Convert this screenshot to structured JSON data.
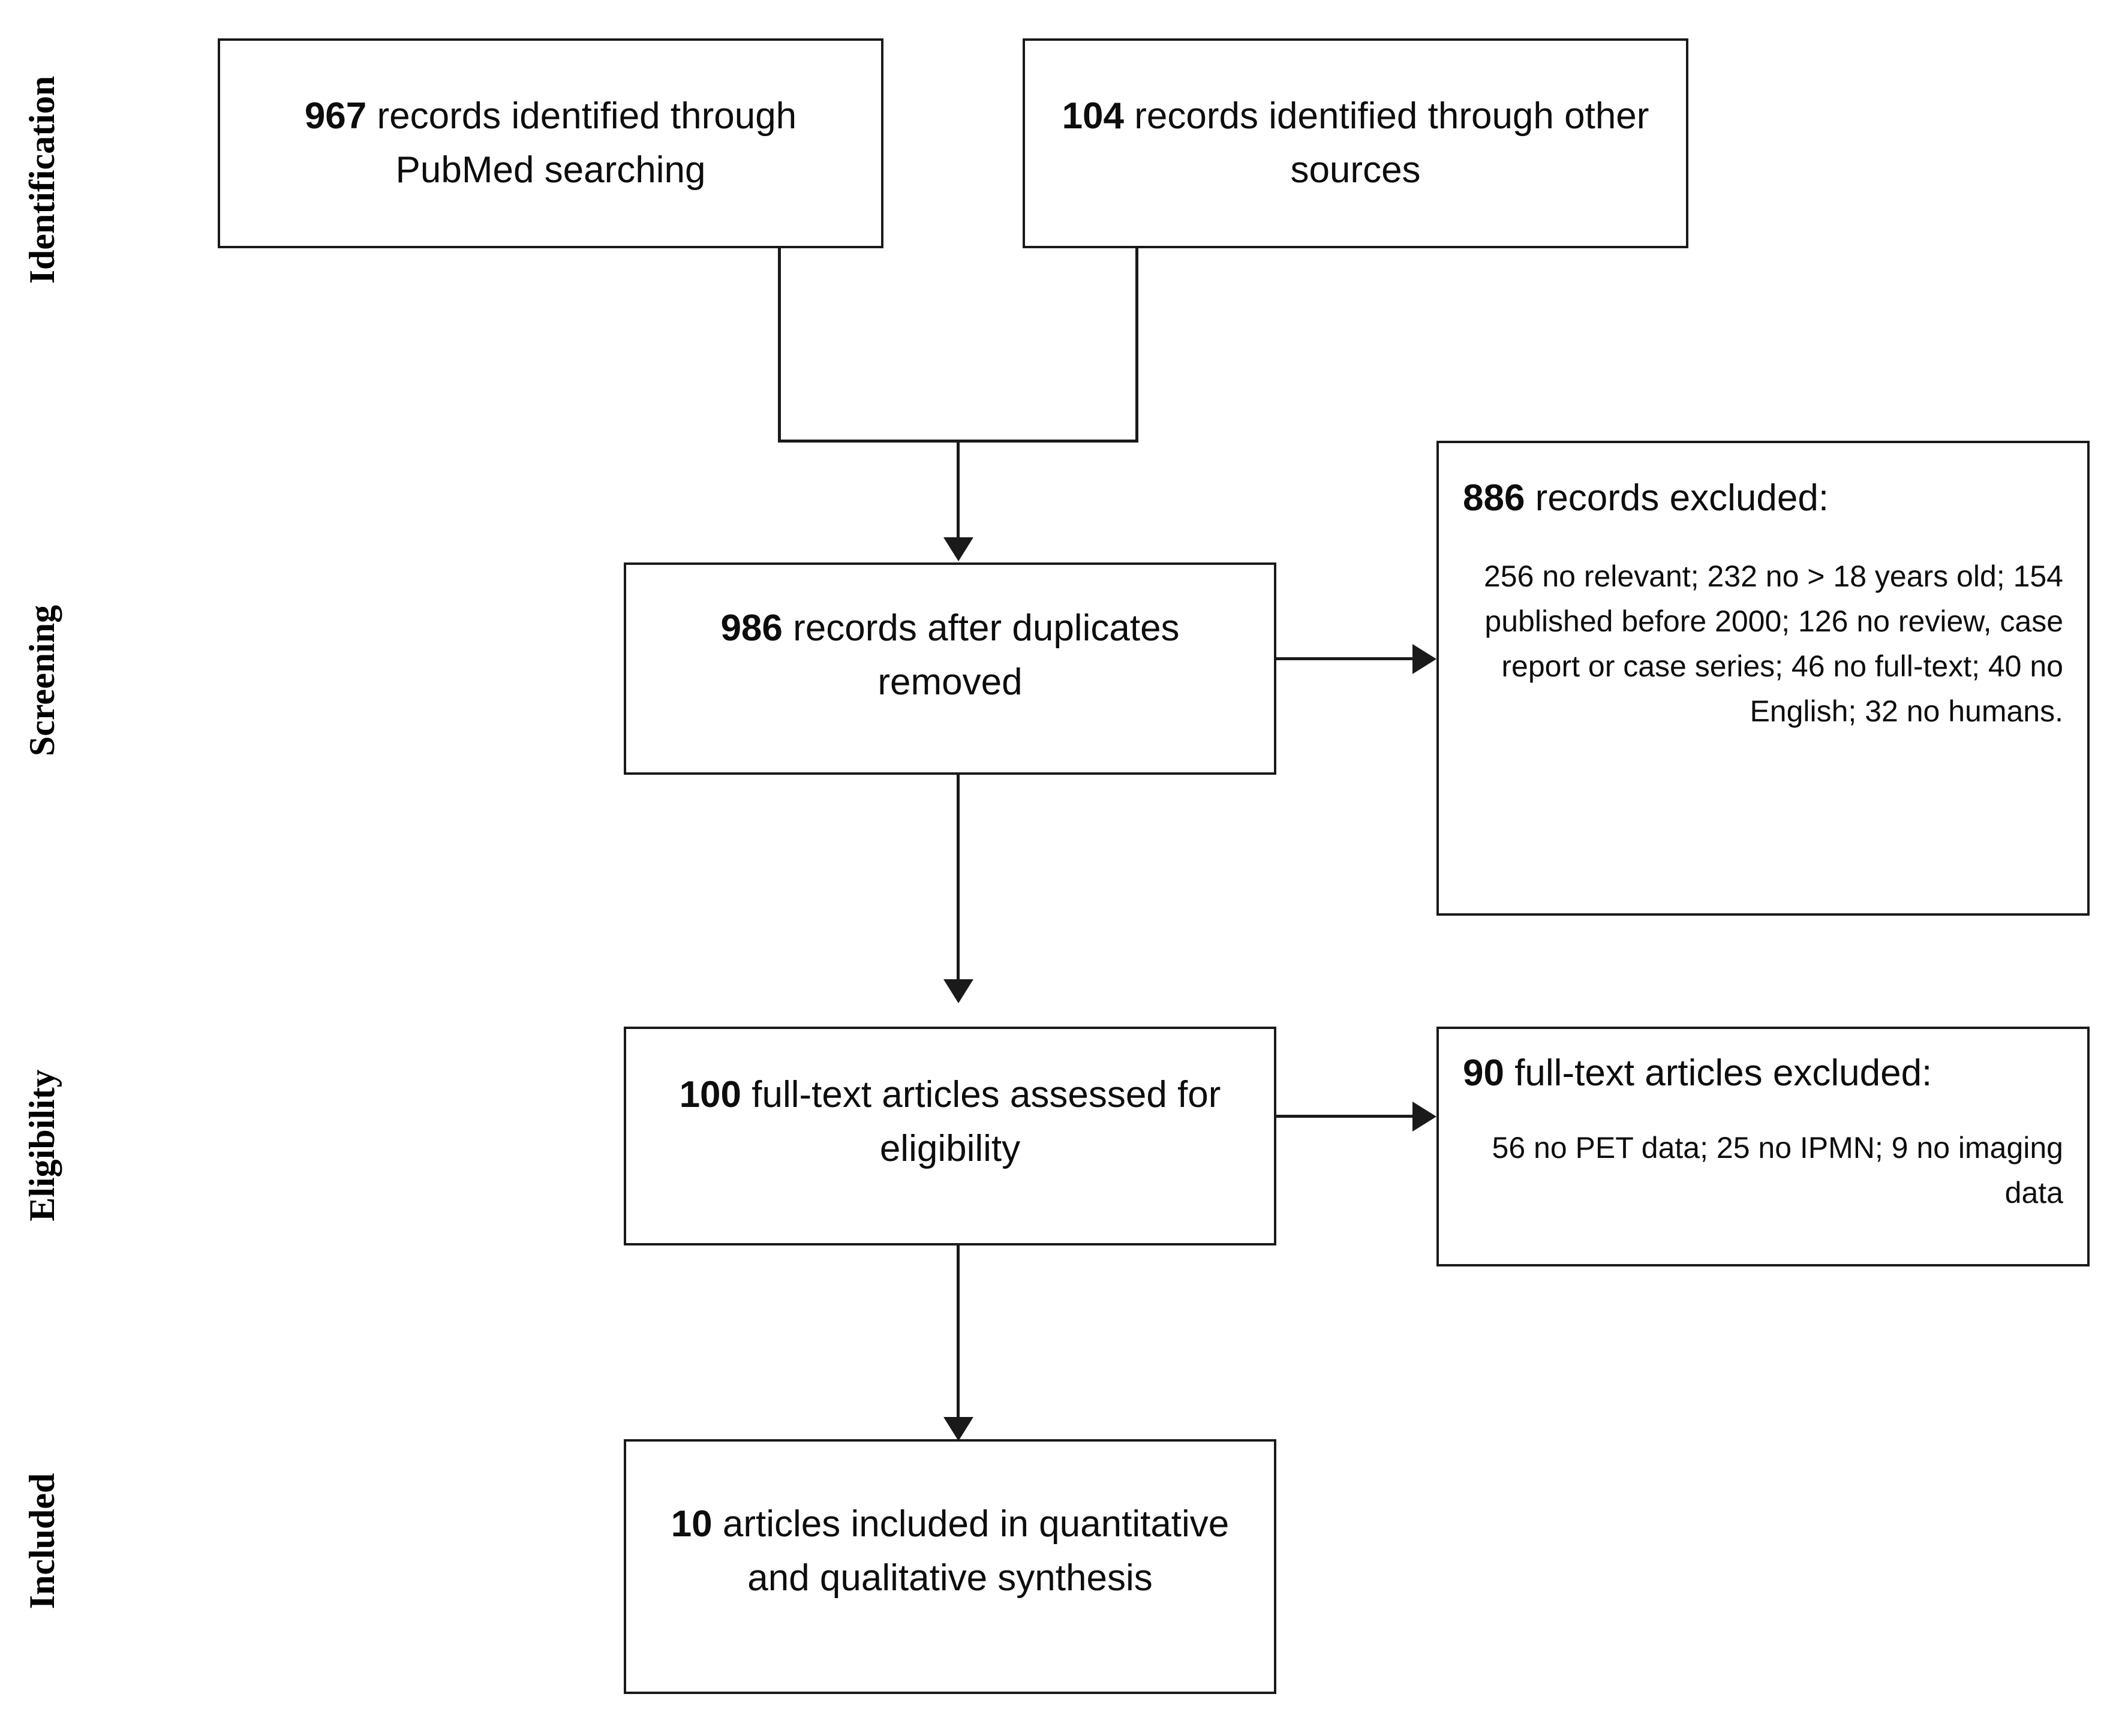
{
  "diagram": {
    "title": "PRISMA study selection flow diagram",
    "type": "prisma-flow",
    "line_color": "#1a1a1a",
    "box_fill": "#ffffff",
    "text_color": "#0d0d0d"
  },
  "stages": [
    {
      "id": "identification",
      "label": "Identification"
    },
    {
      "id": "screening",
      "label": "Screening"
    },
    {
      "id": "eligibility",
      "label": "Eligibility"
    },
    {
      "id": "included",
      "label": "Included"
    }
  ],
  "boxes": {
    "pubmed_records": {
      "count": "967",
      "text": " records identified through PubMed searching",
      "full": "967 records identified through PubMed searching"
    },
    "other_records": {
      "count": "104",
      "text": " records identified through other sources",
      "full": "104 records identified through other sources"
    },
    "after_duplicates": {
      "count": "986",
      "text": " records after duplicates removed",
      "full": "986 records after duplicates removed"
    },
    "records_excluded": {
      "count": "886",
      "head_text": " records excluded:",
      "head_full": "886 records excluded:",
      "detail": "256 no relevant; 232 no > 18 years old; 154 published before 2000; 126 no review, case report or case series; 46 no full-text; 40 no English; 32 no humans."
    },
    "fulltext_assessed": {
      "count": "100",
      "text": " full-text articles assessed for eligibility",
      "full": "100 full-text articles assessed for eligibility"
    },
    "fulltext_excluded": {
      "count": "90",
      "head_text": " full-text articles excluded:",
      "head_full": "90 full-text articles excluded:",
      "detail": "56 no PET data; 25 no IPMN; 9 no imaging data"
    },
    "articles_included": {
      "count": "10",
      "text": " articles included in quantitative and qualitative synthesis",
      "full": "10 articles included in quantitative and qualitative synthesis"
    }
  },
  "flow_counts": {
    "identified_pubmed": 967,
    "identified_other": 104,
    "after_duplicates": 986,
    "records_excluded": 886,
    "fulltext_assessed": 100,
    "fulltext_excluded": 90,
    "articles_included": 10,
    "exclusion_reasons_screening": [
      {
        "n": 256,
        "reason": "no relevant"
      },
      {
        "n": 232,
        "reason": "no > 18 years old"
      },
      {
        "n": 154,
        "reason": "published before 2000"
      },
      {
        "n": 126,
        "reason": "no review, case report or case series"
      },
      {
        "n": 46,
        "reason": "no full-text"
      },
      {
        "n": 40,
        "reason": "no English"
      },
      {
        "n": 32,
        "reason": "no humans"
      }
    ],
    "exclusion_reasons_eligibility": [
      {
        "n": 56,
        "reason": "no PET data"
      },
      {
        "n": 25,
        "reason": "no IPMN"
      },
      {
        "n": 9,
        "reason": "no imaging data"
      }
    ]
  }
}
